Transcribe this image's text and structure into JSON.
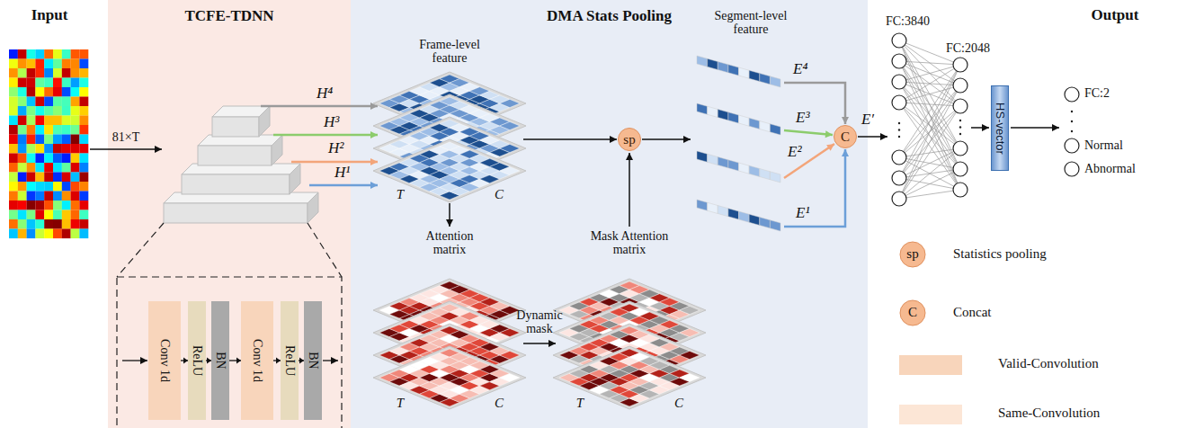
{
  "diagram": {
    "nodes": [
      {
        "text": [
          "TCFE-TDNN"
        ]
      },
      {
        "text": [
          "DMA Stats Pooling"
        ]
      },
      {
        "text": [
          "Conv 1d"
        ],
        "in": 0
      },
      {
        "text": [
          "ReLU"
        ],
        "in": 0
      },
      {
        "text": [
          "BN"
        ],
        "in": 0
      },
      {
        "text": [
          "Conv 1d"
        ],
        "in": 0
      },
      {
        "text": [
          "ReLU"
        ],
        "in": 0
      },
      {
        "text": [
          "BN"
        ],
        "in": 0
      },
      {
        "text": [
          "sp"
        ],
        "in": 1
      },
      {
        "text": [
          "C"
        ],
        "in": 1
      },
      {
        "text": [
          "HS-vector"
        ]
      }
    ],
    "edges": [
      {
        "from": 2,
        "to": 3,
        "arrow": "to"
      },
      {
        "from": 3,
        "to": 4,
        "arrow": "to"
      },
      {
        "from": 4,
        "to": 5,
        "arrow": "to"
      },
      {
        "from": 5,
        "to": 6,
        "arrow": "to"
      },
      {
        "from": 6,
        "to": 7,
        "arrow": "to"
      }
    ],
    "labels": [
      "Input",
      "Output",
      "81×T",
      "H⁴",
      "H³",
      "H²",
      "H¹",
      "Frame-level feature",
      "T",
      "C",
      "Attention matrix",
      "T",
      "C",
      "Dynamic mask",
      "Mask Attention matrix",
      "T",
      "C",
      "Segment-level feature",
      "E⁴",
      "E³",
      "E²",
      "E¹",
      "E′",
      "FC:3840",
      "FC:2048",
      "FC:2",
      "Normal",
      "Abnormal",
      "sp",
      "C"
    ],
    "legend": [
      {
        "text": "Statistics pooling"
      },
      {
        "text": "Concat"
      },
      {
        "text": "Valid-Convolution",
        "color": "#f8d5bb"
      },
      {
        "text": "Same-Convolution",
        "color": "#fce6d6"
      }
    ]
  }
}
